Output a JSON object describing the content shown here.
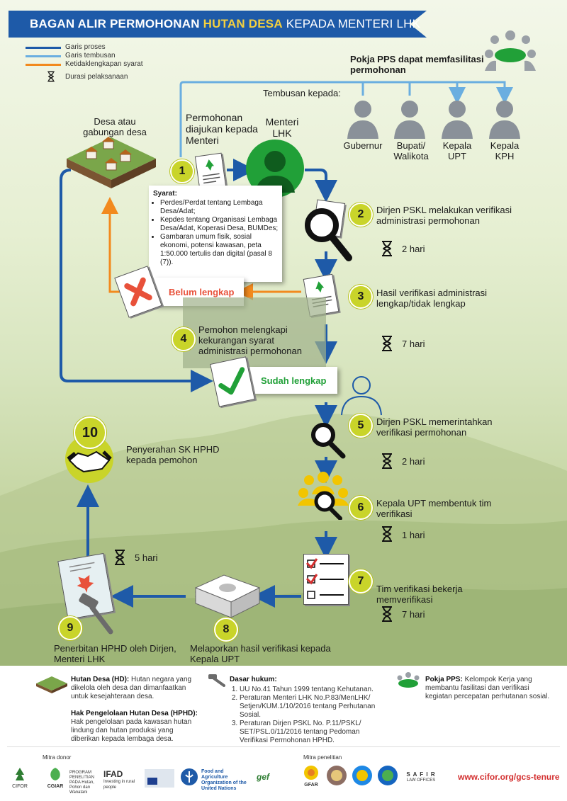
{
  "title": {
    "part1": "BAGAN ALIR PERMOHONAN ",
    "highlight": "HUTAN DESA",
    "part2": " KEPADA MENTERI LHK"
  },
  "colors": {
    "blue": "#1e5aa8",
    "light_blue": "#6aaee0",
    "orange": "#f28a1e",
    "accent": "#c9d42a",
    "green": "#21a038"
  },
  "legend": [
    {
      "label": "Garis proses",
      "color": "#1e5aa8"
    },
    {
      "label": "Garis tembusan",
      "color": "#6aaee0"
    },
    {
      "label": "Ketidaklengkapan syarat",
      "color": "#f28a1e"
    },
    {
      "label": "Durasi pelaksanaan",
      "icon": "hourglass-icon"
    }
  ],
  "pokja": "Pokja PPS dapat memfasilitasi permohonan",
  "tembusan_label": "Tembusan kepada:",
  "recipients": [
    "Gubernur",
    "Bupati/ Walikota",
    "Kepala UPT",
    "Kepala KPH"
  ],
  "desa_label": "Desa atau gabungan desa",
  "menteri_label": "Menteri LHK",
  "steps": {
    "s1": {
      "num": "1",
      "text": "Permohonan diajukan kepada Menteri"
    },
    "s2": {
      "num": "2",
      "text": "Dirjen PSKL melakukan verifikasi administrasi permohonan",
      "duration": "2 hari"
    },
    "s3": {
      "num": "3",
      "text": "Hasil verifikasi administrasi lengkap/tidak lengkap"
    },
    "s4": {
      "num": "4",
      "text": "Pemohon melengkapi kekurangan syarat administrasi permohonan",
      "duration": "7 hari"
    },
    "s5": {
      "num": "5",
      "text": "Dirjen PSKL memerintahkan verifikasi permohonan",
      "duration": "2 hari"
    },
    "s6": {
      "num": "6",
      "text": "Kepala UPT membentuk tim verifikasi",
      "duration": "1 hari"
    },
    "s7": {
      "num": "7",
      "text": "Tim verifikasi bekerja memverifikasi",
      "duration": "7 hari"
    },
    "s8": {
      "num": "8",
      "text": "Melaporkan hasil verifikasi kepada Kepala UPT"
    },
    "s9": {
      "num": "9",
      "text": "Penerbitan HPHD oleh Dirjen, Menteri LHK",
      "duration": "5 hari"
    },
    "s10": {
      "num": "10",
      "text": "Penyerahan SK HPHD kepada pemohon"
    }
  },
  "syarat": {
    "title": "Syarat:",
    "items": [
      "Perdes/Perdat tentang Lembaga Desa/Adat;",
      "Kepdes tentang Organisasi Lembaga Desa/Adat, Koperasi Desa, BUMDes;",
      "Gambaran umum fisik, sosial ekonomi, potensi kawasan, peta 1:50.000 tertulis dan digital (pasal 8 (7))."
    ]
  },
  "belum": "Belum lengkap",
  "sudah": "Sudah lengkap",
  "footer": {
    "hd_title": "Hutan Desa (HD):",
    "hd_text": "Hutan negara yang dikelola oleh desa dan dimanfaatkan untuk kesejahteraan desa.",
    "hphd_title": "Hak Pengelolaan Hutan Desa (HPHD):",
    "hphd_text": "Hak pengelolaan pada kawasan hutan lindung dan hutan produksi yang diberikan kepada lembaga desa.",
    "dasar_title": "Dasar hukum:",
    "dasar": [
      "UU No.41 Tahun 1999 tentang Kehutanan.",
      "Peraturan Menteri LHK No.P.83/MenLHK/ Setjen/KUM.1/10/2016 tentang Perhutanan Sosial.",
      "Peraturan Dirjen PSKL No. P.11/PSKL/ SET/PSL.0/11/2016 tentang Pedoman Verifikasi Permohonan HPHD."
    ],
    "pokja_title": "Pokja PPS:",
    "pokja_text": "Kelompok Kerja yang membantu fasilitasi dan verifikasi kegiatan percepatan perhutanan sosial.",
    "mitra_donor": "Mitra donor",
    "mitra_penelitian": "Mitra penelitian",
    "url": "www.cifor.org/gcs-tenure",
    "logos": {
      "cifor": "CIFOR",
      "cgiar": "CGIAR",
      "program": "PROGRAM PENELITIAN PADA Hutan, Pohon dan Wanatani",
      "ifad": "IFAD",
      "ifad_sub": "Investing in rural people",
      "fao": "Food and Agriculture Organization of the United Nations",
      "gef": "gef",
      "gfar": "GFAR",
      "safir": "S A F I R",
      "safir_sub": "LAW OFFICES"
    }
  }
}
